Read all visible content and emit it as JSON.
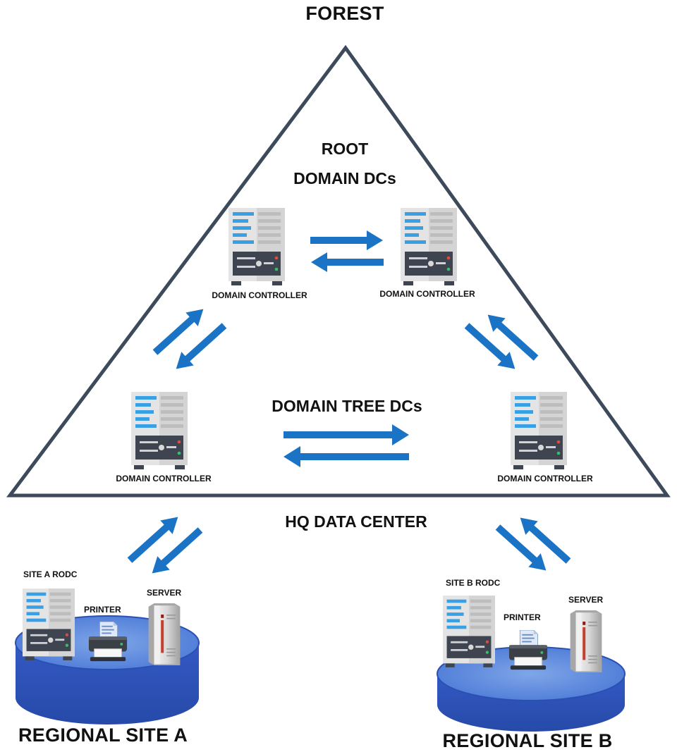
{
  "diagram": {
    "title": "FOREST",
    "root_label_line1": "ROOT",
    "root_label_line2": "DOMAIN DCs",
    "tree_label": "DOMAIN TREE DCs",
    "hq_label": "HQ DATA CENTER",
    "dc_label": "DOMAIN CONTROLLER",
    "site_a": {
      "title": "REGIONAL SITE A",
      "rodc_label": "SITE A RODC",
      "printer_label": "PRINTER",
      "server_label": "SERVER"
    },
    "site_b": {
      "title": "REGIONAL SITE B",
      "rodc_label": "SITE B RODC",
      "printer_label": "PRINTER",
      "server_label": "SERVER"
    },
    "colors": {
      "triangle_stroke": "#3d4a5c",
      "arrow": "#1a73c4",
      "platform_top": "#3e63c9",
      "platform_side": "#2f4fb0",
      "server_body": "#e6e6e6",
      "server_stripe": "#3aa0e6"
    }
  }
}
